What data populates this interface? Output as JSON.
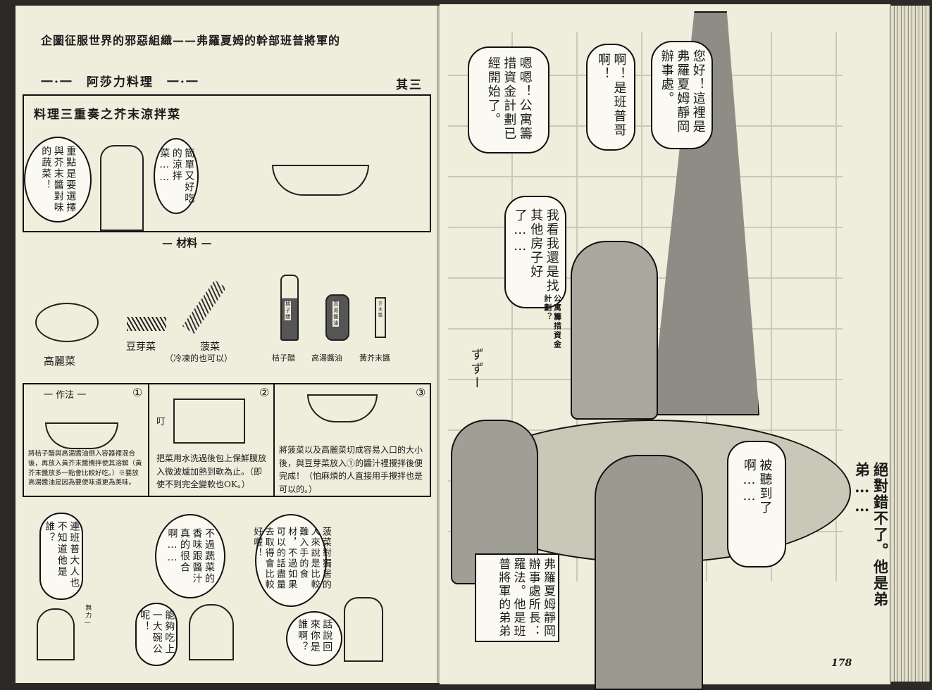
{
  "left_page": {
    "header": "企圖征服世界的邪惡組織——弗羅夏姆的幹部班普將軍的",
    "series_title": "一·一　阿莎力料理　一·一",
    "part": "其三",
    "recipe_title": "料理三重奏之芥末涼拌菜",
    "bubble_point": "重點是要選擇與芥末醬對味的蔬菜！",
    "bubble_simple": "簡單又好吃的涼拌菜……",
    "ingredients_heading": "— 材料 —",
    "ingredients": [
      {
        "name": "高麗菜"
      },
      {
        "name": "豆芽菜"
      },
      {
        "name": "菠菜",
        "note": "（冷凍的也可以）"
      },
      {
        "name": "桔子醋",
        "label": "桔子醋"
      },
      {
        "name": "高湯醬油",
        "label": "高湯醬油"
      },
      {
        "name": "黃芥末醬",
        "label": "芥末醬"
      }
    ],
    "method_heading": "一 作法 一",
    "steps": [
      {
        "num": "①",
        "text": "將桔子醋與高湯醬油倒入容器裡混合後，再放入黃芥末醬攪拌使其溶解（黃芥末醬放多一點會比較好吃。）※要放高湯醬油是因為要使味道更為美味。"
      },
      {
        "num": "②",
        "sfx": "叮",
        "text": "把菜用水洗過後包上保鮮膜放入微波爐加熱到軟為止。（即使不到完全變軟也OK。）"
      },
      {
        "num": "③",
        "text": "將菠菜以及高麗菜切成容易入口的大小後，與豆芽菜放入①的醬汁裡攪拌後便完成！（怕麻煩的人直接用手攪拌也是可以的。）"
      }
    ],
    "bottom_bubbles": [
      "連班普大人也不知道他是誰？",
      "無力—",
      "不過蔬菜的香味跟醬汁真的很合啊……",
      "能夠吃上一大碗公呢！",
      "菠菜對獨居的人來說是比較難入手的食材，不過如果可以的話盡量去取得會比較好喔！",
      "話說回來你是誰啊？"
    ]
  },
  "right_page": {
    "bubbles": [
      "您好！這裡是弗羅夏姆靜岡辦事處。",
      "啊！是班普哥啊！",
      "嗯嗯！公寓籌措資金計劃已經開始了。",
      "我看我還是找其他房子好了……",
      "公寓籌措資金計劃？",
      "被聽到了啊……"
    ],
    "sfx": "ずずー",
    "caption": "弗羅夏姆靜岡辦事處所長：羅法。他是班普將軍的弟弟",
    "side_text": "絕對錯不了。他是弟弟……",
    "page_number": "178"
  }
}
